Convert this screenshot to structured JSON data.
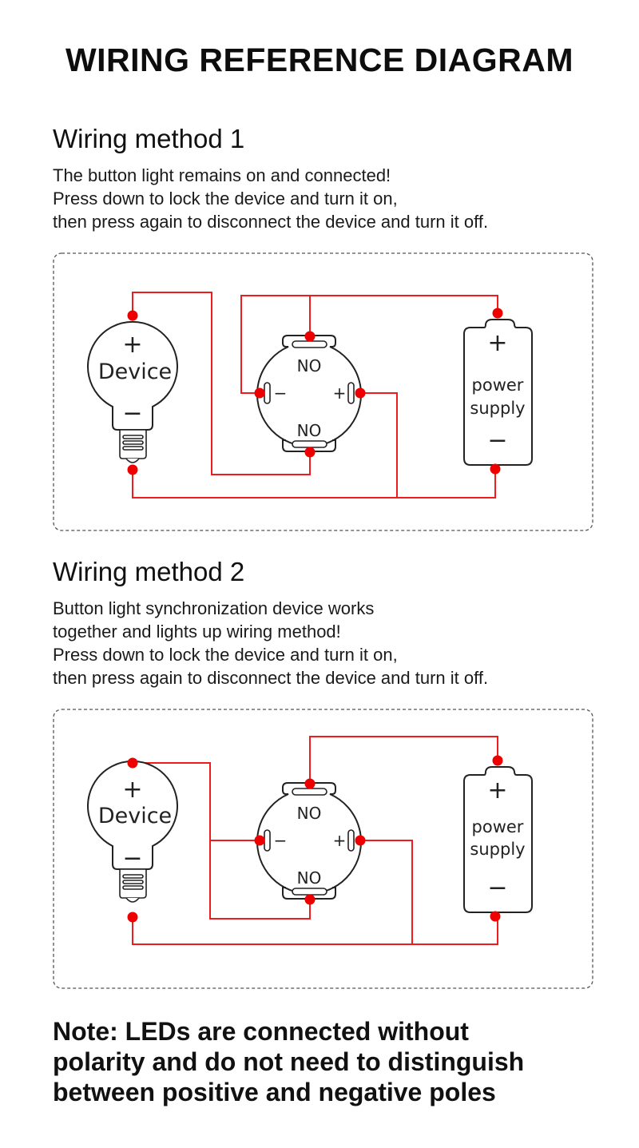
{
  "title": "WIRING REFERENCE DIAGRAM",
  "methods": [
    {
      "heading": "Wiring method 1",
      "description": [
        "The button light remains on and connected!",
        "Press down to lock the device and turn it on,",
        "then press again to disconnect the device and turn it off."
      ]
    },
    {
      "heading": "Wiring method 2",
      "description": [
        "Button light synchronization device works",
        "together and lights up wiring method!",
        "Press down to lock the device and turn it on,",
        "then press again to disconnect the device and turn it off."
      ]
    }
  ],
  "labels": {
    "device": "Device",
    "plus": "+",
    "minus": "−",
    "no": "NO",
    "power_line1": "power",
    "power_line2": "supply"
  },
  "colors": {
    "wire": "#ee1c1c",
    "terminal": "#ee0000",
    "outline": "#222222"
  },
  "note": [
    "Note: LEDs are connected without",
    "polarity and do not need to distinguish",
    "between positive and negative poles"
  ]
}
